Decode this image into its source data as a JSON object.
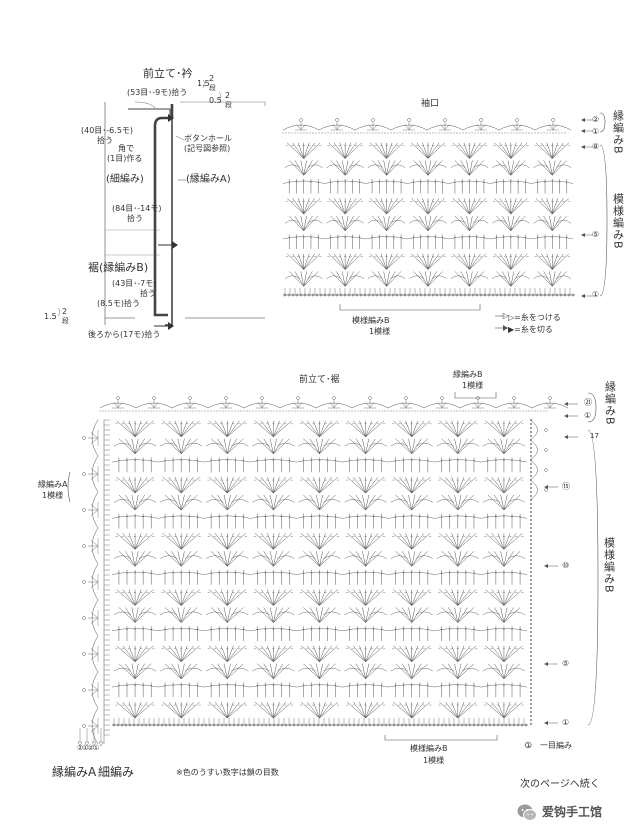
{
  "schematic": {
    "title": "前立て･衿",
    "label_53": "(53目･-9モ)拾う",
    "label_15_top": "1.5",
    "label_2_top": "2",
    "label_dan_top": "段",
    "label_05": "0.5",
    "label_2_b": "2",
    "label_dan_b": "段",
    "label_40": "(40目･-6.5モ)",
    "label_40b": "拾う",
    "label_kado": "角で",
    "label_kado2": "(1目)作る",
    "label_button": "ボタンホール",
    "label_button2": "(記号図参照)",
    "label_hosoami": "(細編み)",
    "label_fuchiA": "(縁編みA)",
    "label_84": "(84目･-14モ)",
    "label_84b": "拾う",
    "label_suso": "裾(縁編みB)",
    "label_43": "(43目･-7モ)",
    "label_43b": "拾う",
    "label_85": "(8.5モ)拾う",
    "label_15_bottom": "1.5",
    "label_2_bottom": "2",
    "label_dan_bottom": "段",
    "label_ushiro": "後ろから(17モ)拾う"
  },
  "sleeve": {
    "title": "袖口",
    "side_label_fuchi": "縁編みB",
    "side_label_moyo": "模様編みB",
    "row_2": "②",
    "row_1": "①",
    "row_8": "⑧",
    "row_5": "⑤",
    "row_1b": "①",
    "repeat_label": "模様編みB",
    "repeat_label2": "1模様",
    "legend_attach": "▷=糸をつける",
    "legend_cut": "▶=糸を切る"
  },
  "front": {
    "title": "前立て･裾",
    "top_label_fuchi": "縁編みB",
    "top_label_repeat": "1模様",
    "side_label_fuchi": "縁編みB",
    "side_label_moyo": "模様編みB",
    "left_label_fuchiA": "縁編みA",
    "left_label_repeat": "1模様",
    "row_21": "㉑",
    "row_1": "①",
    "row_17": "17",
    "row_15": "⑮",
    "row_10": "⑩",
    "row_5": "⑤",
    "row_1b": "①",
    "row_ichi": "①",
    "ichimoku": "一目編み",
    "repeat_bottom": "模様編みB",
    "repeat_bottom2": "1模様",
    "bottom_codes": "②①②①",
    "bottom_fuchiA": "縁編みA",
    "bottom_hosoami": "細編み",
    "note": "※色のうすい数字は鎖の目数",
    "continue": "次のページへ続く",
    "watermark": "爱钩手工馆"
  }
}
